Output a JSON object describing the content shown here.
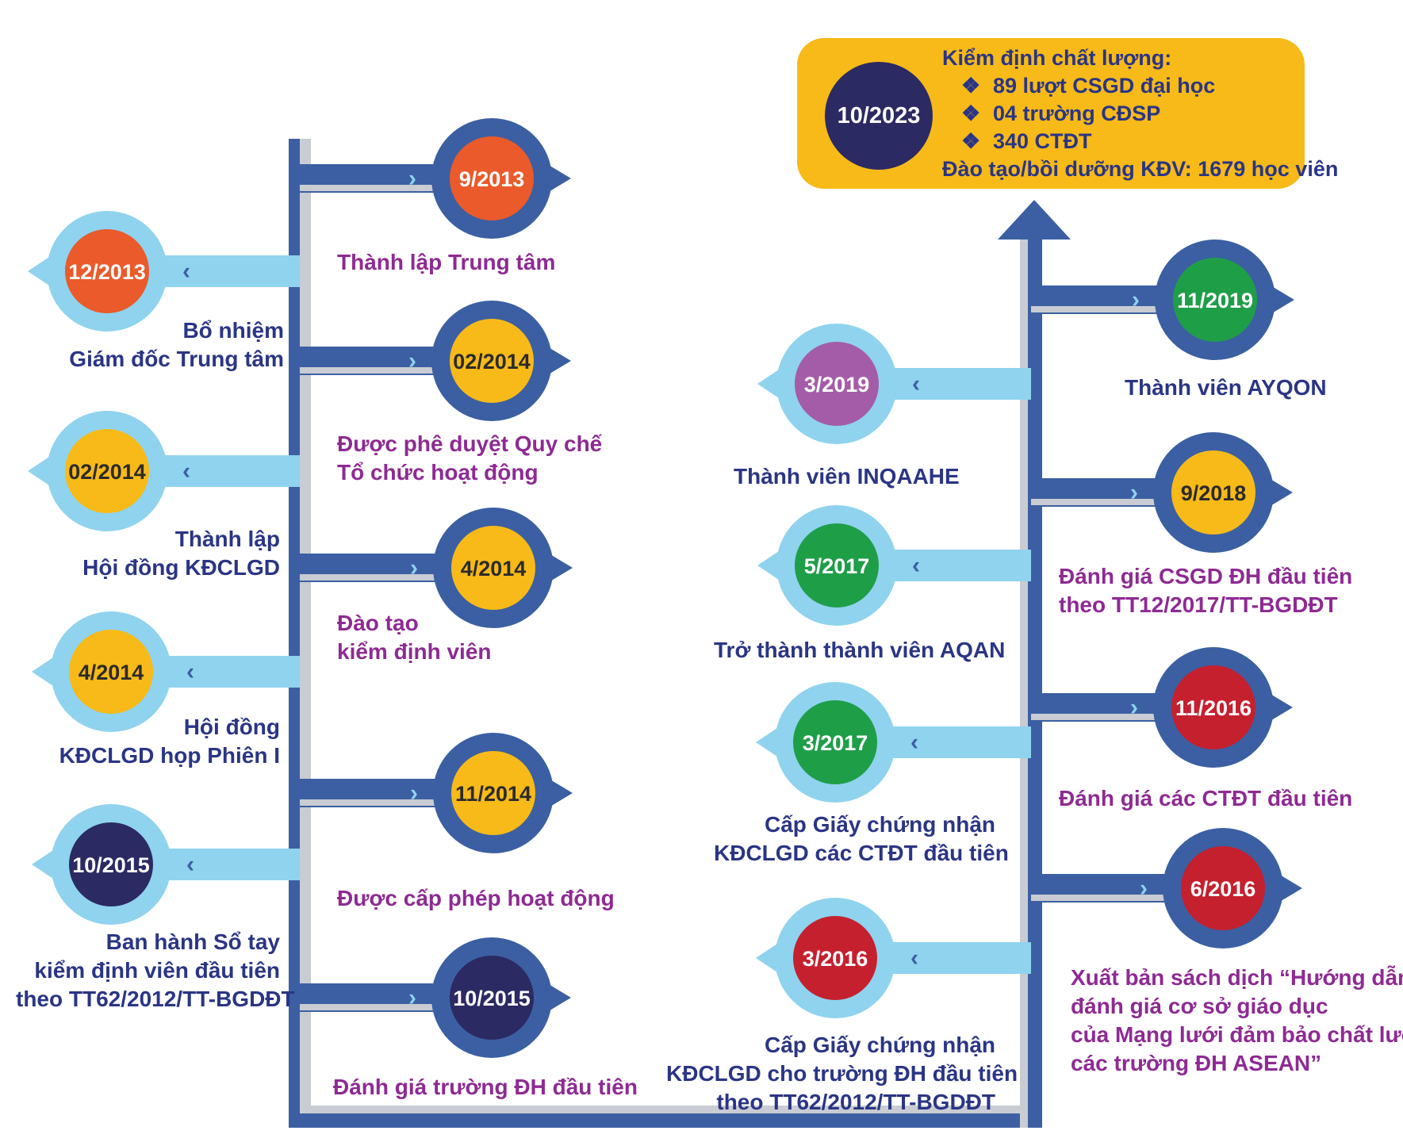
{
  "summary": {
    "date": "10/2023",
    "heading": "Kiểm định chất lượng:",
    "bullet_symbol": "❖",
    "items": [
      "89 lượt  CSGD đại học",
      "04 trường CĐSP",
      "340 CTĐT"
    ],
    "footer": "Đào tạo/bồi dưỡng KĐV: 1679 học viên",
    "colors": {
      "background": "#f8ba18",
      "circle": "#2b2a63"
    }
  },
  "timeline_left": [
    {
      "date": "9/2013",
      "color": "#ea5a2b",
      "label": [
        "Thành lập Trung tâm"
      ]
    },
    {
      "date": "12/2013",
      "color": "#ea5a2b",
      "label": [
        "Bổ nhiệm",
        "Giám đốc Trung tâm"
      ]
    },
    {
      "date": "02/2014",
      "color": "#f8ba18",
      "label": [
        "Được phê duyệt Quy chế",
        "Tổ chức hoạt động"
      ]
    },
    {
      "date": "02/2014",
      "color": "#f8ba18",
      "label": [
        "Thành lập",
        "Hội đồng KĐCLGD"
      ]
    },
    {
      "date": "4/2014",
      "color": "#f8ba18",
      "label": [
        "Đào tạo",
        "kiểm định viên"
      ]
    },
    {
      "date": "4/2014",
      "color": "#f8ba18",
      "label": [
        "Hội đồng",
        "KĐCLGD họp Phiên I"
      ]
    },
    {
      "date": "11/2014",
      "color": "#f8ba18",
      "label": [
        "Được cấp phép hoạt động"
      ]
    },
    {
      "date": "10/2015",
      "color": "#2b2a63",
      "label": [
        "Ban hành Sổ tay",
        "kiểm định viên đầu tiên",
        "theo TT62/2012/TT-BGDĐT"
      ]
    },
    {
      "date": "10/2015",
      "color": "#2b2a63",
      "label": [
        "Đánh giá trường ĐH đầu tiên"
      ]
    }
  ],
  "timeline_right": [
    {
      "date": "3/2016",
      "color": "#c5202e",
      "label": [
        "Cấp Giấy chứng nhận",
        "KĐCLGD cho trường ĐH đầu tiên",
        "theo TT62/2012/TT-BGDĐT"
      ]
    },
    {
      "date": "6/2016",
      "color": "#c5202e",
      "label": [
        "Xuất bản sách dịch “Hướng dẫn",
        "đánh giá cơ sở giáo dục",
        "của Mạng lưới đảm bảo chất lượng",
        "các trường ĐH ASEAN”"
      ]
    },
    {
      "date": "11/2016",
      "color": "#c5202e",
      "label": [
        "Đánh giá các CTĐT đầu tiên"
      ]
    },
    {
      "date": "3/2017",
      "color": "#1f9e48",
      "label": [
        "Cấp Giấy chứng nhận",
        "KĐCLGD các CTĐT đầu tiên"
      ]
    },
    {
      "date": "5/2017",
      "color": "#1f9e48",
      "label": [
        "Trở thành thành viên AQAN"
      ]
    },
    {
      "date": "9/2018",
      "color": "#f8ba18",
      "label": [
        "Đánh giá CSGD ĐH đầu tiên",
        "theo TT12/2017/TT-BGDĐT"
      ]
    },
    {
      "date": "3/2019",
      "color": "#a45ca8",
      "label": [
        "Thành viên INQAAHE"
      ]
    },
    {
      "date": "11/2019",
      "color": "#1f9e48",
      "label": [
        "Thành viên AYQON"
      ]
    }
  ],
  "palette": {
    "navy": "#3b5fa2",
    "light_blue": "#8fd3ee",
    "text_navy": "#2a3585",
    "text_purple": "#8e2a93"
  },
  "chevron_right": "›",
  "chevron_left": "‹"
}
